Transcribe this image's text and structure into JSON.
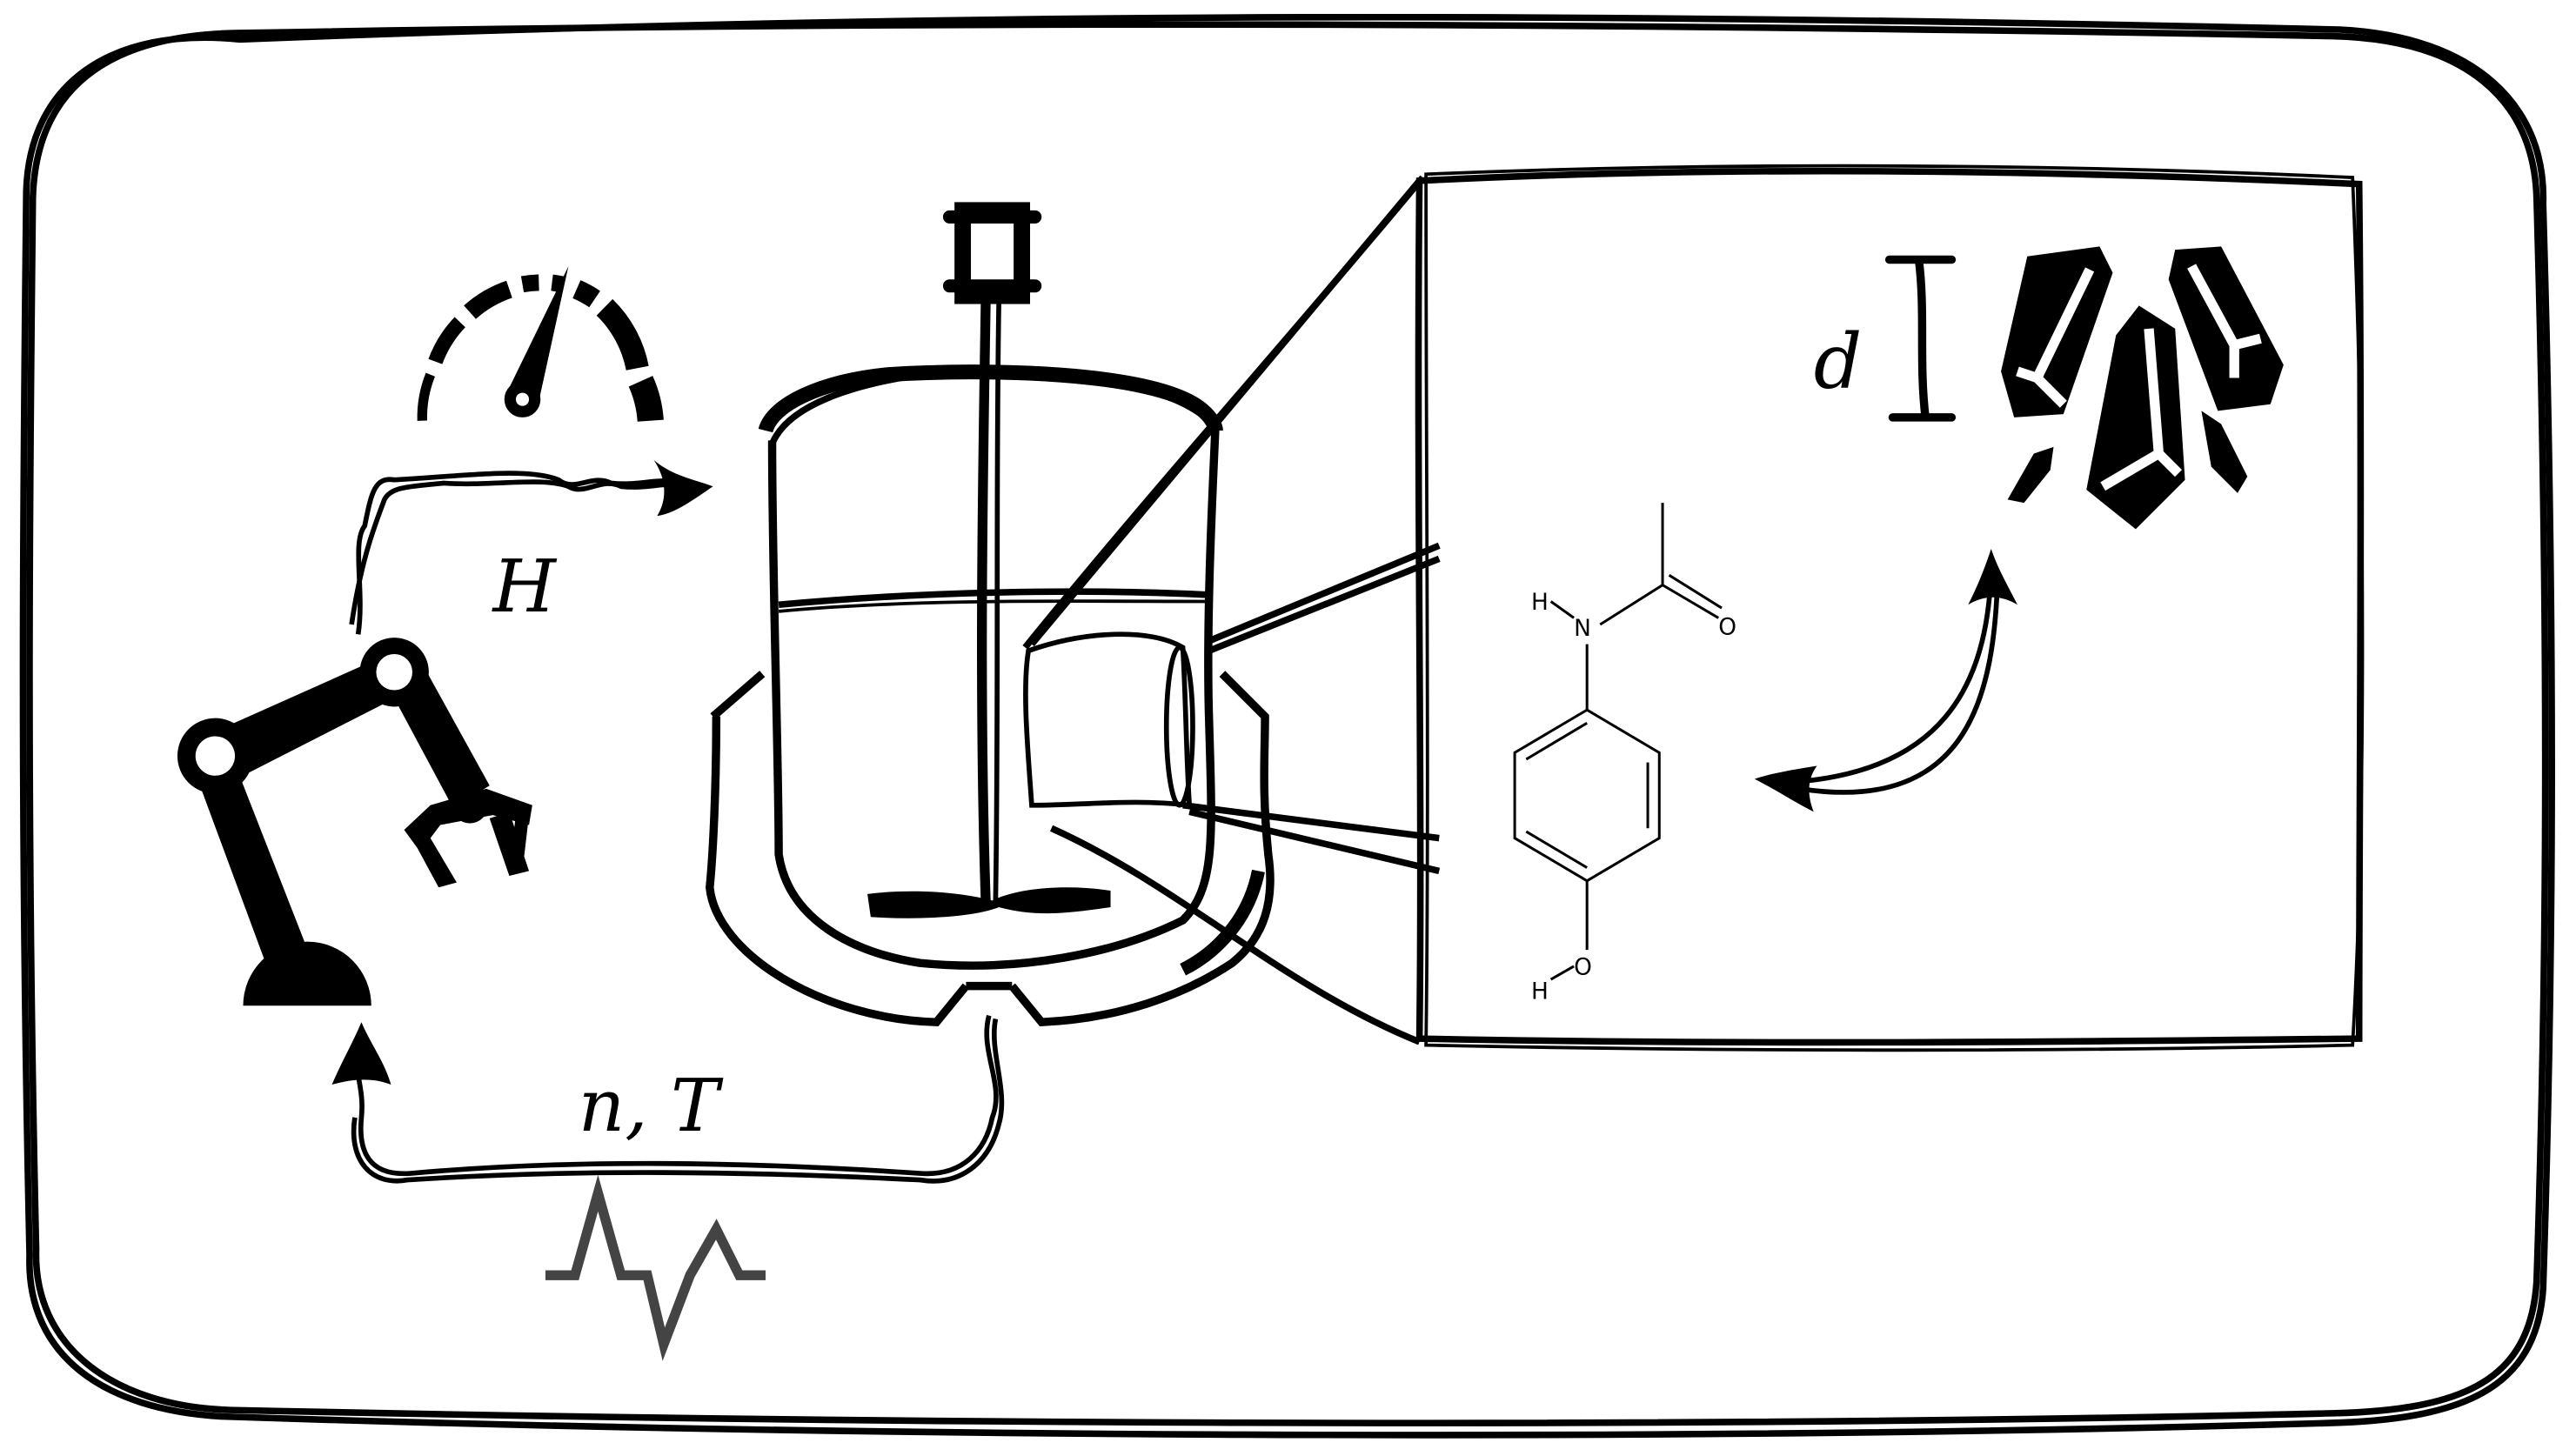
{
  "diagram": {
    "labels": {
      "hook_length": "H",
      "speed_temperature": "n, T",
      "diameter": "d"
    },
    "molecule": {
      "atom_n": "N",
      "atom_o_carbonyl": "O",
      "atom_o_hydroxyl": "O",
      "atom_h_amide": "H",
      "atom_h_hydroxyl": "H"
    }
  },
  "colors": {
    "ink": "#000000",
    "signal_line": "#444444",
    "background": "#ffffff"
  }
}
